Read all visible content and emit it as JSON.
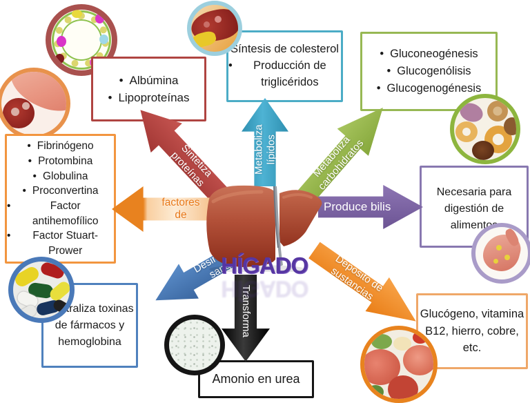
{
  "title": "HÍGADO",
  "colors": {
    "red_arrow": "#B8433F",
    "teal_arrow": "#3FA5C7",
    "green_arrow": "#8FAF3E",
    "purple_arrow": "#7C64A5",
    "orange_arrow": "#F08A2C",
    "blue_arrow": "#4677B4",
    "black_arrow": "#141414",
    "box_border_red": "#AF4441",
    "box_border_teal": "#4BACC6",
    "box_border_green": "#97B853",
    "box_border_purple": "#8878B0",
    "box_border_orange": "#F2953F",
    "box_border_orange_light": "#EFA768",
    "box_border_blue": "#4F81BD",
    "title_purple": "#5636A2"
  },
  "arrows": {
    "sintetiza_proteinas": {
      "label": "Sintetiza\nproteínas"
    },
    "metaboliza_lipidos": {
      "label": "Metaboliza\nlípidos"
    },
    "metaboliza_carbohidratos": {
      "label": "Metaboliza\ncarbohidratos"
    },
    "produce_bilis": {
      "label": "Produce bilis"
    },
    "deposito_sustancias": {
      "label": "Deposito de\nsustancias"
    },
    "transforma": {
      "label": "Transforma"
    },
    "desintoxica_sangre": {
      "label": "Desintoxica\nsangre"
    },
    "sintetiza_factores": {
      "label": "Sintetiza factores\nde coagulación"
    }
  },
  "boxes": {
    "proteinas": {
      "items": [
        "Albúmina",
        "Lipoproteínas"
      ]
    },
    "lipidos": {
      "line1": "Síntesis de colesterol",
      "item": "Producción de triglicéridos"
    },
    "carbohidratos": {
      "items": [
        "Gluconeogénesis",
        "Glucogenólisis",
        "Glucogenogénesis"
      ]
    },
    "bilis": {
      "text": "Necesaria para digestión de alimentos"
    },
    "deposito": {
      "text": "Glucógeno, vitamina B12, hierro, cobre, etc."
    },
    "amonio": {
      "text": "Amonio en urea"
    },
    "desintoxica": {
      "text": "Neutraliza toxinas de fármacos y hemoglobina"
    },
    "factores": {
      "items": [
        "Fibrinógeno",
        "Protombina",
        "Globulina",
        "Proconvertina",
        "Factor antihemofílico",
        "Factor Stuart-Prower"
      ]
    }
  },
  "images": {
    "cell_membrane": "liposome-cell-image",
    "blood_vessel": "blood-vessel-clot-image",
    "artery_plaque": "artery-cholesterol-image",
    "sweets": "donuts-sweets-image",
    "stomach": "stomach-image",
    "foods": "meat-foods-image",
    "pills": "medicine-pills-image",
    "urea": "urea-crystals-image",
    "liver": "liver-illustration"
  }
}
